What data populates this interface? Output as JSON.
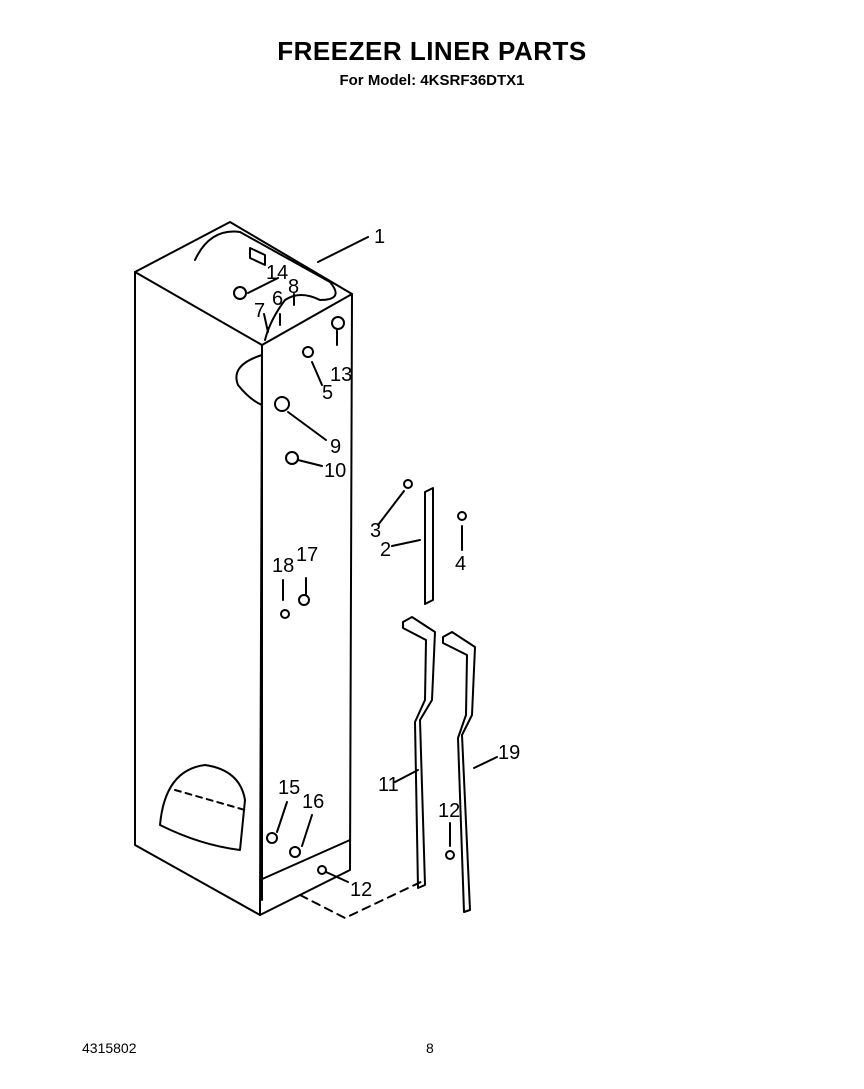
{
  "header": {
    "title": "FREEZER LINER PARTS",
    "subtitle": "For Model: 4KSRF36DTX1"
  },
  "footer": {
    "doc_number": "4315802",
    "page_number": "8"
  },
  "callouts": {
    "c1": "1",
    "c2": "2",
    "c3": "3",
    "c4": "4",
    "c5": "5",
    "c6": "6",
    "c7": "7",
    "c8": "8",
    "c9": "9",
    "c10": "10",
    "c11": "11",
    "c12a": "12",
    "c12b": "12",
    "c13": "13",
    "c14": "14",
    "c15": "15",
    "c16": "16",
    "c17": "17",
    "c18": "18",
    "c19": "19"
  }
}
